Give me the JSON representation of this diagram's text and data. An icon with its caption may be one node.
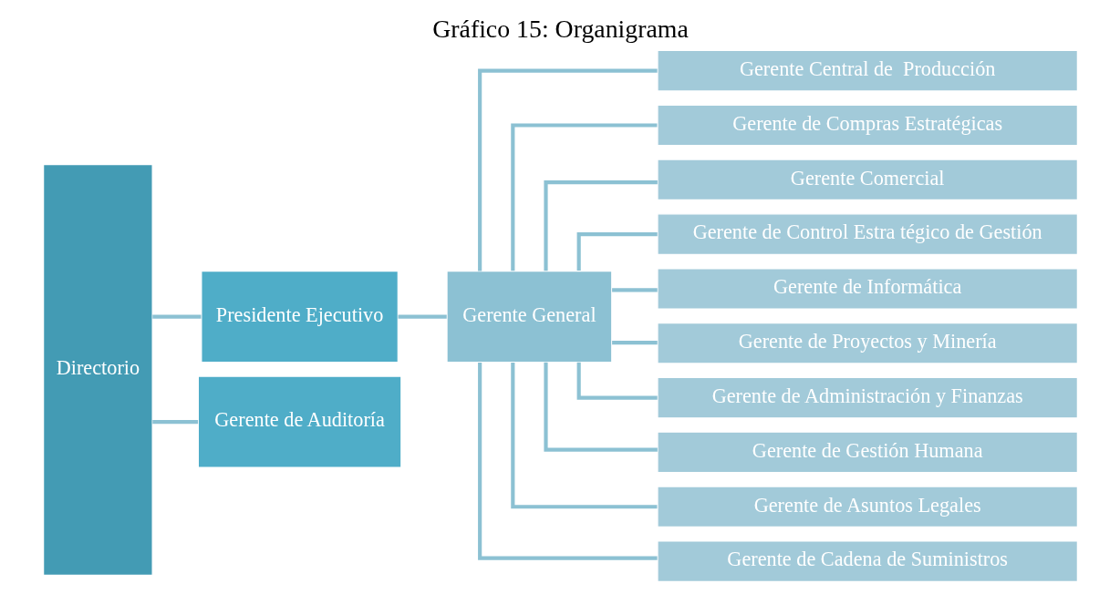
{
  "diagram": {
    "title": "Gráfico 15: Organigrama",
    "nodes": [
      {
        "text": [
          "Directorio"
        ]
      },
      {
        "text": [
          "Presidente Ejecutivo"
        ]
      },
      {
        "text": [
          "Gerente de Auditoría"
        ]
      },
      {
        "text": [
          "Gerente General"
        ]
      },
      {
        "text": [
          "Gerente Central de  Producción"
        ]
      },
      {
        "text": [
          "Gerente de Compras Estratégicas"
        ]
      },
      {
        "text": [
          "Gerente Comercial"
        ]
      },
      {
        "text": [
          "Gerente de Control Estra tégico de Gestión"
        ]
      },
      {
        "text": [
          "Gerente de Informática"
        ]
      },
      {
        "text": [
          "Gerente de Proyectos y Minería"
        ]
      },
      {
        "text": [
          "Gerente de Administración y Finanzas"
        ]
      },
      {
        "text": [
          "Gerente de Gestión Humana"
        ]
      },
      {
        "text": [
          "Gerente de Asuntos Legales"
        ]
      },
      {
        "text": [
          "Gerente de Cadena de Suministros"
        ]
      }
    ],
    "edges": [
      {
        "from": 0,
        "to": 1,
        "arrow": "none"
      },
      {
        "from": 0,
        "to": 2,
        "arrow": "none"
      },
      {
        "from": 1,
        "to": 3,
        "arrow": "none"
      },
      {
        "from": 3,
        "to": 4,
        "arrow": "none"
      },
      {
        "from": 3,
        "to": 5,
        "arrow": "none"
      },
      {
        "from": 3,
        "to": 6,
        "arrow": "none"
      },
      {
        "from": 3,
        "to": 7,
        "arrow": "none"
      },
      {
        "from": 3,
        "to": 8,
        "arrow": "none"
      },
      {
        "from": 3,
        "to": 9,
        "arrow": "none"
      },
      {
        "from": 3,
        "to": 10,
        "arrow": "none"
      },
      {
        "from": 3,
        "to": 11,
        "arrow": "none"
      },
      {
        "from": 3,
        "to": 12,
        "arrow": "none"
      },
      {
        "from": 3,
        "to": 13,
        "arrow": "none"
      }
    ]
  }
}
